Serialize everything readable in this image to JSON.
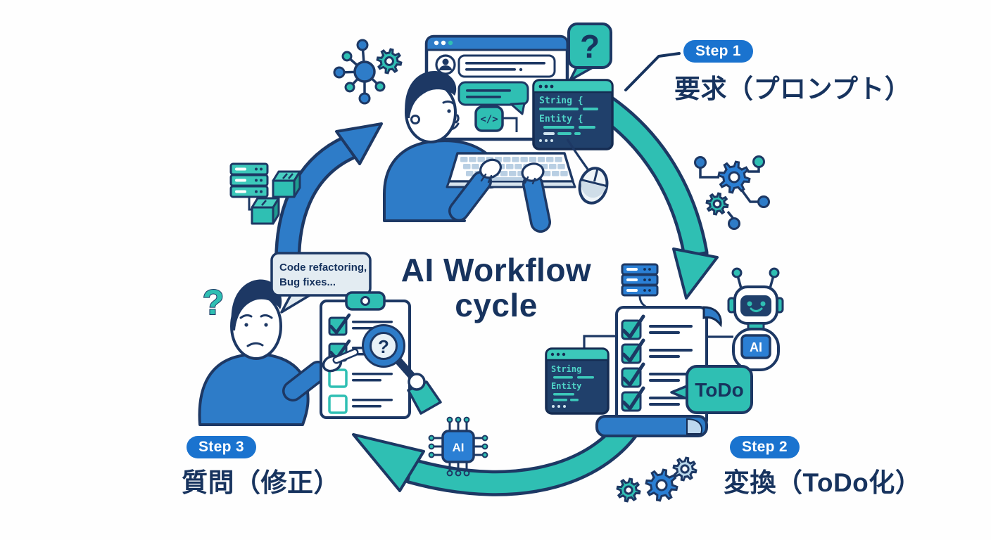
{
  "colors": {
    "navy_outline": "#1d3864",
    "text_navy": "#17335e",
    "blue": "#2e7cc8",
    "badge_blue": "#1a73cf",
    "teal": "#2fbfb3",
    "panel_navy": "#20406b",
    "bubble_gray": "#e3ecf2",
    "light_blue_gear": "#b9d7ea"
  },
  "title": {
    "line1": "AI Workflow",
    "line2": "cycle"
  },
  "steps": {
    "step1": {
      "badge": "Step 1",
      "label": "要求（プロンプト）"
    },
    "step2": {
      "badge": "Step 2",
      "label": "変換（ToDo化）"
    },
    "step3": {
      "badge": "Step 3",
      "label": "質問（修正）"
    }
  },
  "top_scene": {
    "question_bubble": "?",
    "code_icon": "</>",
    "code_panel": {
      "line1": "String {",
      "line2": "Entity {"
    }
  },
  "right_scene": {
    "todo_bubble": "ToDo",
    "robot_badge": "AI",
    "code_panel": {
      "line1": "String",
      "line2": "Entity"
    }
  },
  "left_scene": {
    "question_mark": "?",
    "speech_bubble": {
      "line1": "Code refactoring,",
      "line2": "Bug fixes..."
    },
    "magnifier_glyph": "?"
  },
  "ai_chip": {
    "label": "AI"
  }
}
